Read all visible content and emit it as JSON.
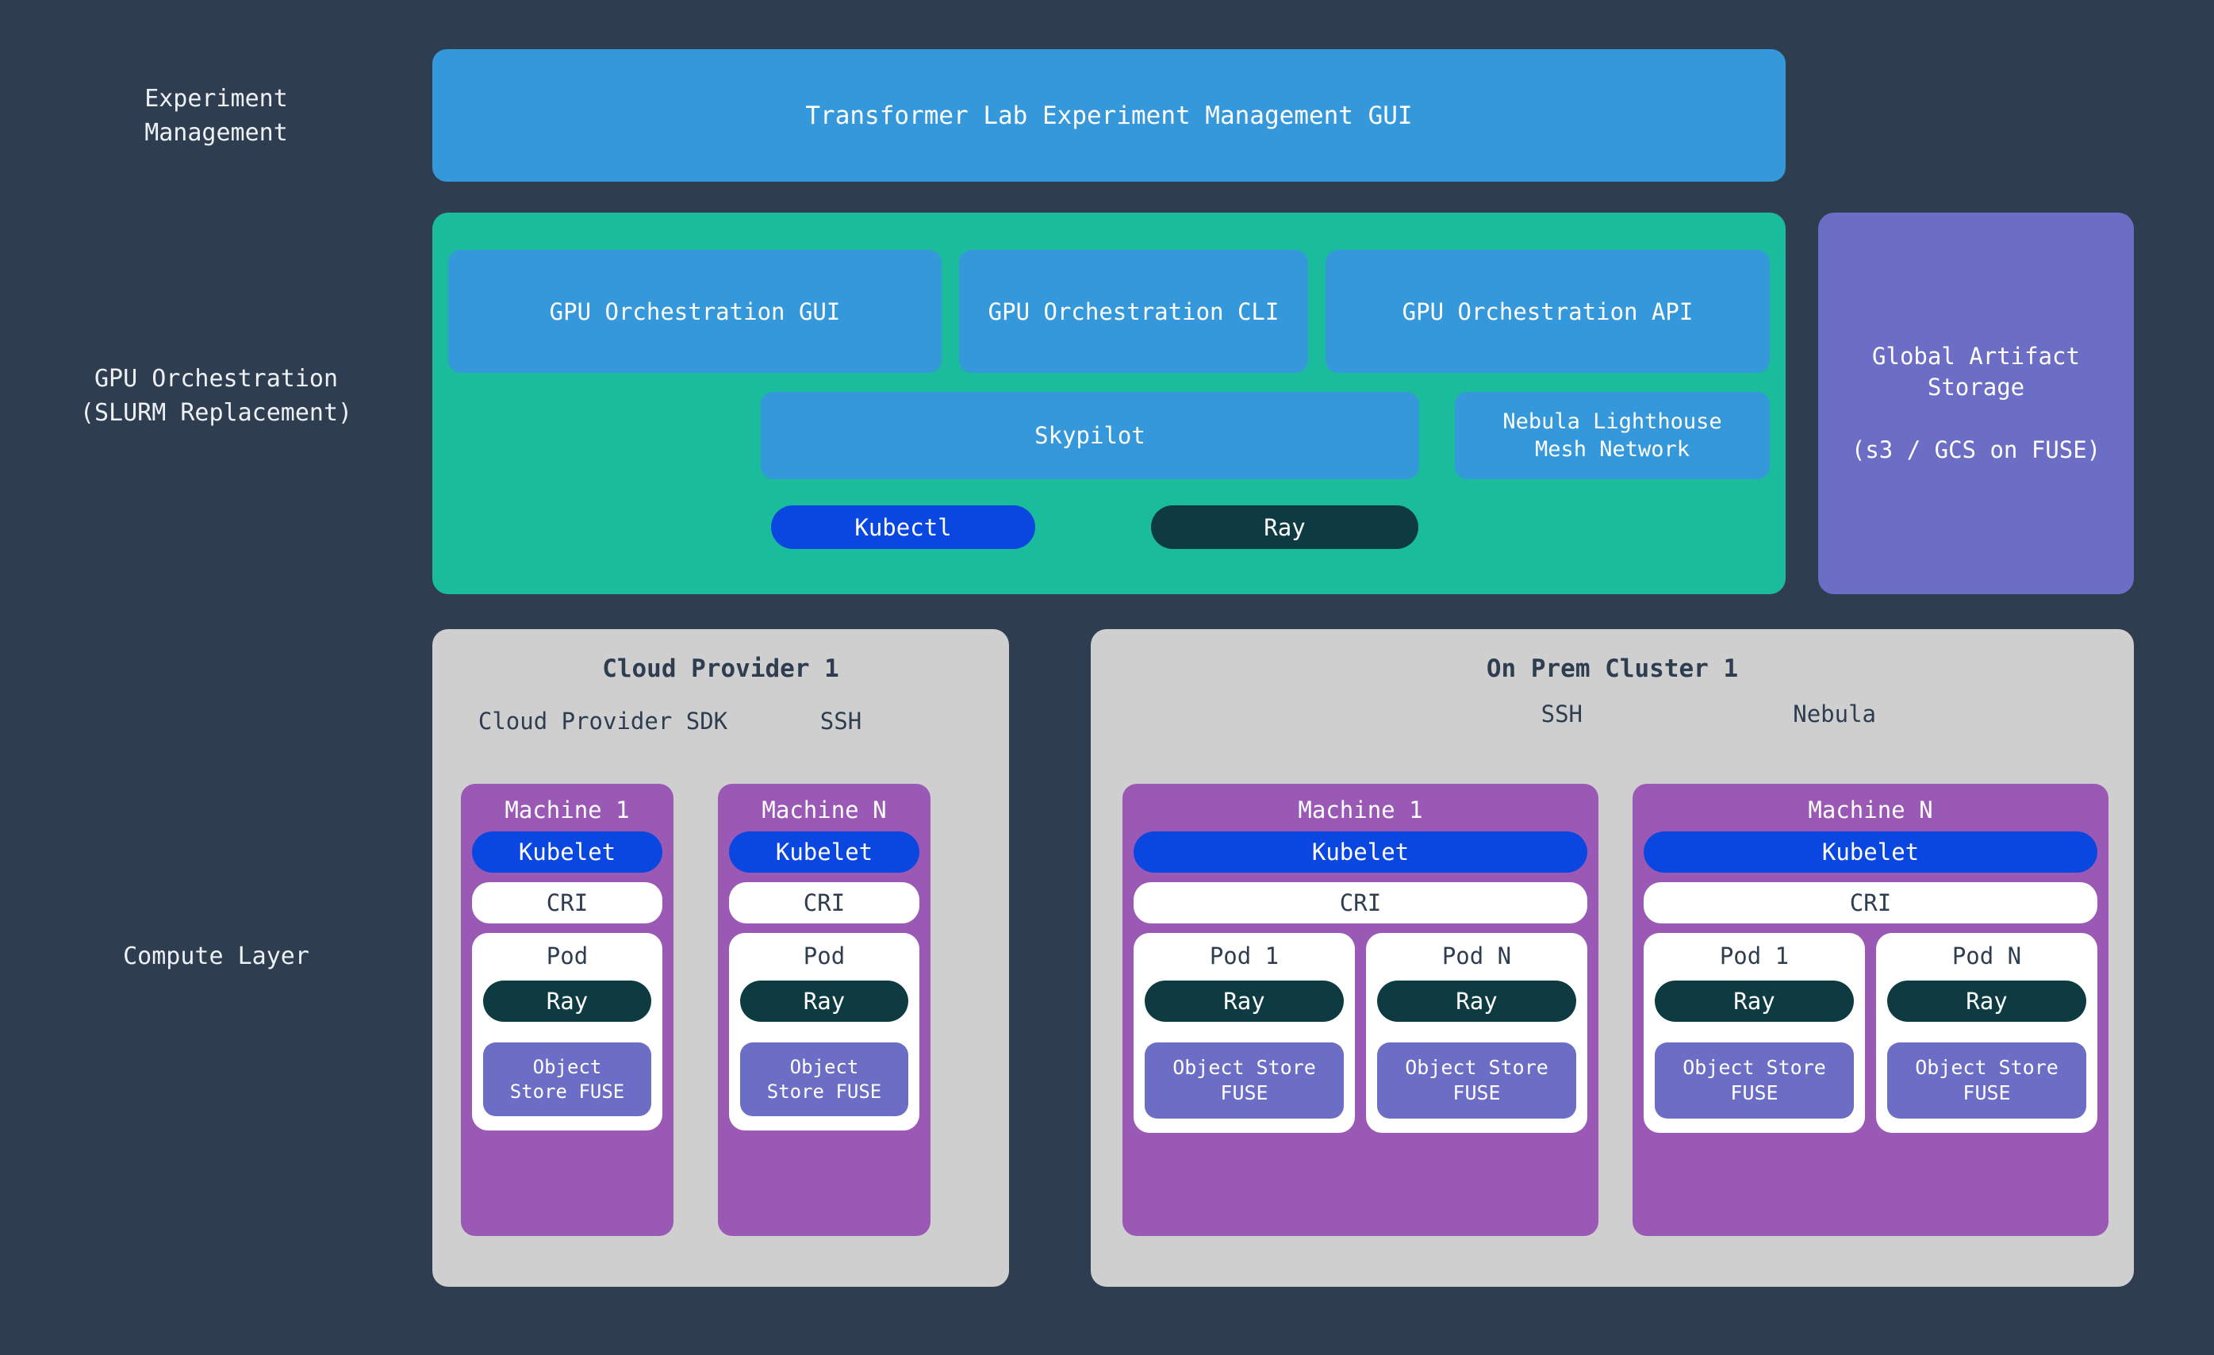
{
  "layers": [
    {
      "id": "experiment",
      "label": "Experiment\nManagement"
    },
    {
      "id": "gpu",
      "label": "GPU Orchestration\n(SLURM Replacement)"
    },
    {
      "id": "compute",
      "label": "Compute Layer"
    }
  ],
  "experiment_management": {
    "banner_label": "Transformer Lab Experiment Management GUI",
    "color": "#3498db"
  },
  "gpu_orchestration": {
    "panel_color": "#1abc9c",
    "interfaces": [
      {
        "label": "GPU Orchestration GUI",
        "color": "#3498db"
      },
      {
        "label": "GPU Orchestration CLI",
        "color": "#3498db"
      },
      {
        "label": "GPU Orchestration API",
        "color": "#3498db"
      }
    ],
    "skypilot_label": "Skypilot",
    "nebula_label": "Nebula Lighthouse\nMesh Network",
    "kubectl_label": "Kubectl",
    "kubectl_color": "#0a47e0",
    "ray_label": "Ray",
    "ray_color": "#0d3b41"
  },
  "artifact_storage": {
    "title": "Global Artifact\nStorage",
    "subtitle": "(s3 / GCS on FUSE)",
    "color": "#6c6dc4"
  },
  "compute_layer": {
    "panel_color": "#cfcfd0",
    "machine_color": "#9b59b6",
    "clusters": [
      {
        "id": "cloud-provider-1",
        "title": "Cloud Provider 1",
        "connections": [
          "Cloud Provider SDK",
          "SSH"
        ],
        "machines": [
          {
            "title": "Machine 1",
            "kubelet": "Kubelet",
            "cri": "CRI",
            "pods": [
              {
                "title": "Pod",
                "ray": "Ray",
                "object_store": "Object\nStore FUSE"
              }
            ]
          },
          {
            "title": "Machine N",
            "kubelet": "Kubelet",
            "cri": "CRI",
            "pods": [
              {
                "title": "Pod",
                "ray": "Ray",
                "object_store": "Object\nStore FUSE"
              }
            ]
          }
        ]
      },
      {
        "id": "on-prem-cluster-1",
        "title": "On Prem Cluster 1",
        "connections": [
          "SSH",
          "Nebula"
        ],
        "machines": [
          {
            "title": "Machine 1",
            "kubelet": "Kubelet",
            "cri": "CRI",
            "pods": [
              {
                "title": "Pod 1",
                "ray": "Ray",
                "object_store": "Object Store\nFUSE"
              },
              {
                "title": "Pod N",
                "ray": "Ray",
                "object_store": "Object Store\nFUSE"
              }
            ]
          },
          {
            "title": "Machine N",
            "kubelet": "Kubelet",
            "cri": "CRI",
            "pods": [
              {
                "title": "Pod 1",
                "ray": "Ray",
                "object_store": "Object Store\nFUSE"
              },
              {
                "title": "Pod N",
                "ray": "Ray",
                "object_store": "Object Store\nFUSE"
              }
            ]
          }
        ]
      }
    ]
  }
}
